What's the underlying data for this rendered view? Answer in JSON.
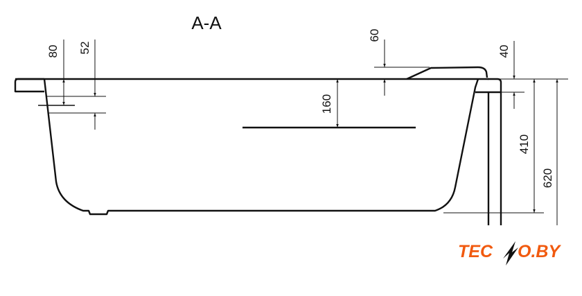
{
  "drawing": {
    "section_title": "A-A",
    "dimensions": {
      "d80": "80",
      "d52": "52",
      "d160": "160",
      "d60": "60",
      "d40": "40",
      "d410": "410",
      "d620": "620"
    }
  },
  "logo": {
    "text_left": "TEC",
    "text_right": "O.BY",
    "full": "TECNO.BY",
    "color": "#f15a0f"
  }
}
